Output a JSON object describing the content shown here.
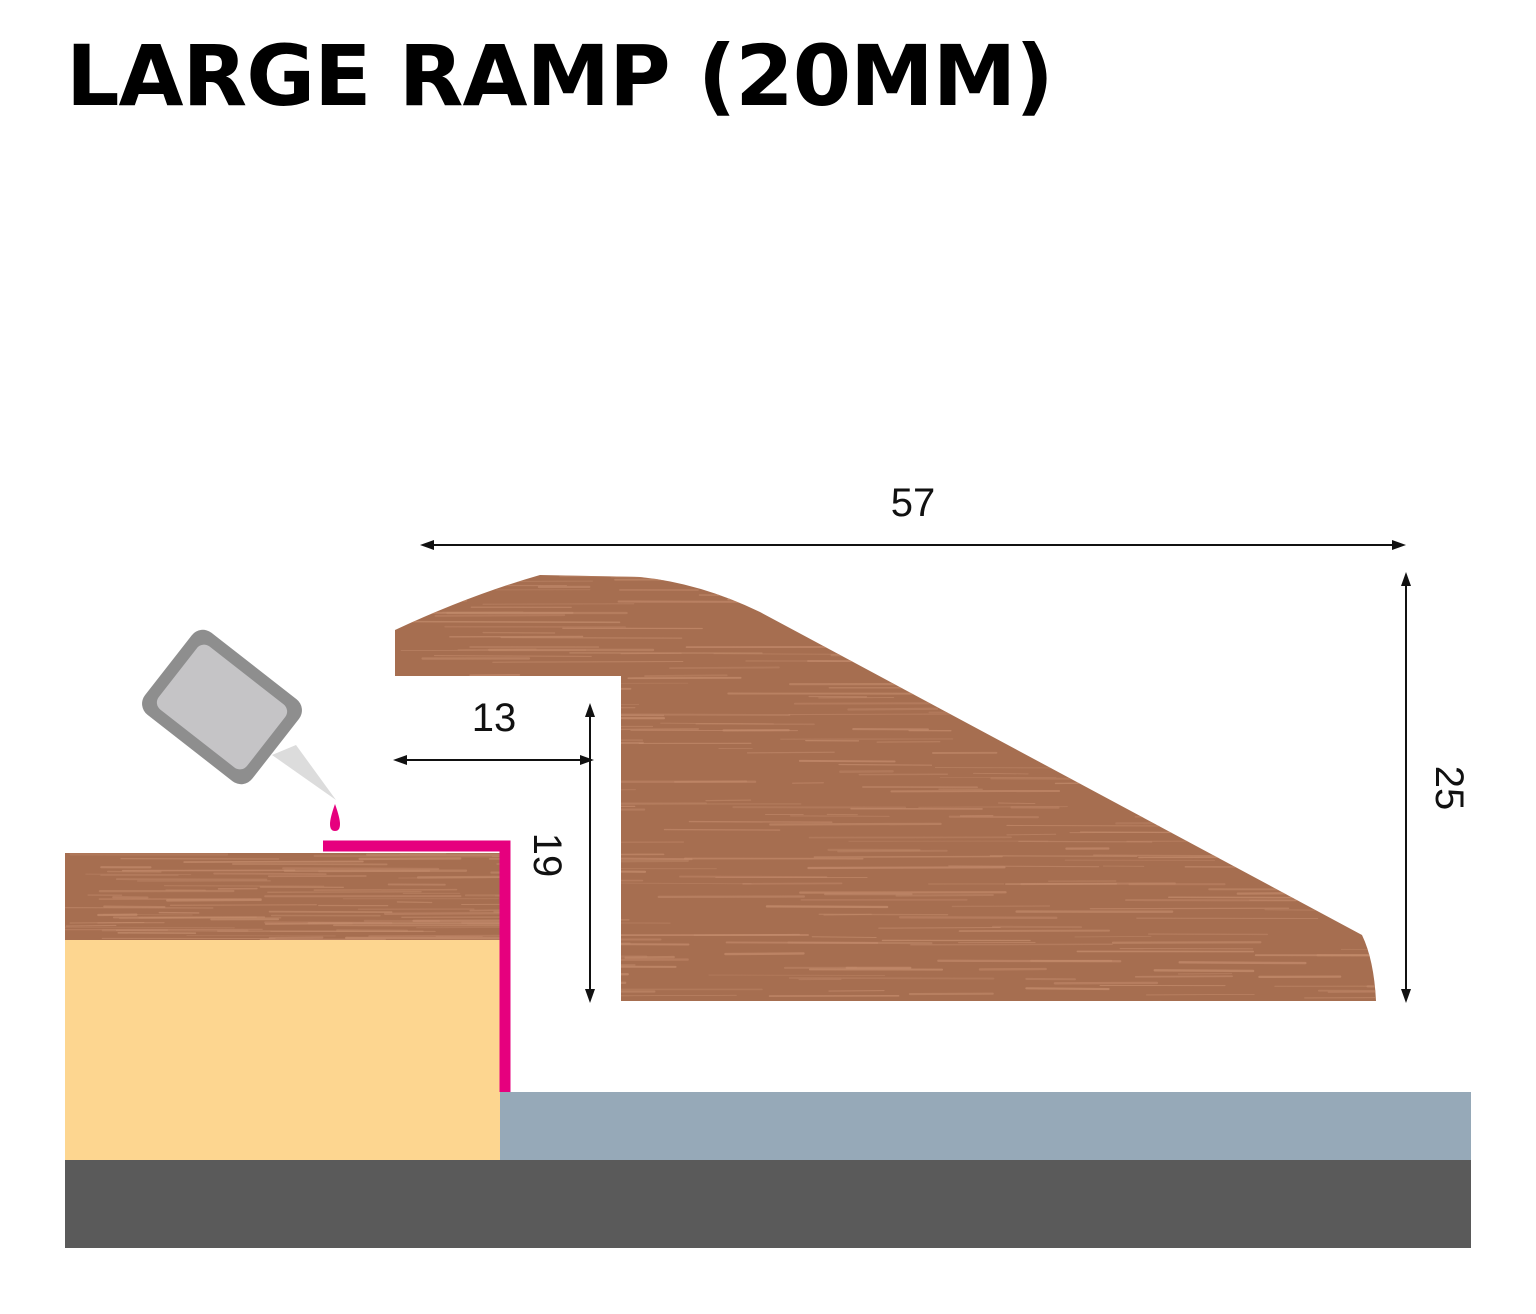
{
  "title": "LARGE RAMP (20MM)",
  "dimensions": {
    "width": "57",
    "height": "25",
    "lip_width": "13",
    "lip_height": "19"
  },
  "colors": {
    "wood": "#a66e50",
    "wood_grain": "#c38b6c",
    "underlay": "#fdd690",
    "floor_surface": "#96a9b8",
    "subfloor": "#5a5a5a",
    "adhesive": "#e6007e",
    "bottle_body": "#8e8e8e",
    "bottle_window": "#c5c4c6"
  },
  "icons": {
    "adhesive_bottle": "glue-bottle-icon",
    "adhesive_drop": "glue-drop-icon"
  }
}
